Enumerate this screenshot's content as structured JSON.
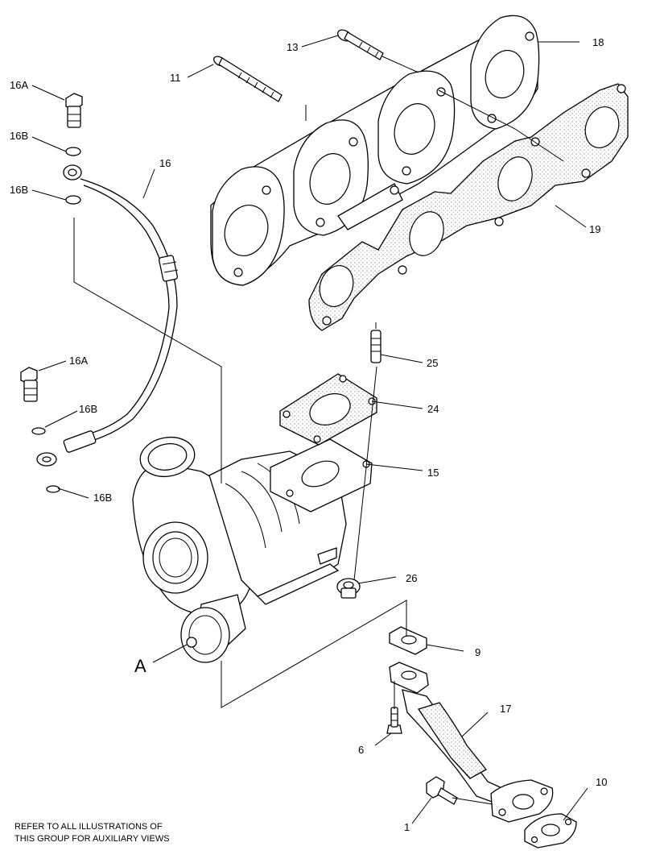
{
  "callouts": {
    "c18": "18",
    "c13": "13",
    "c11": "11",
    "c16a_top": "16A",
    "c16b_top1": "16B",
    "c16b_top2": "16B",
    "c16": "16",
    "c19": "19",
    "c16a_left": "16A",
    "c16b_left1": "16B",
    "c16b_left2": "16B",
    "c25": "25",
    "c24": "24",
    "c15": "15",
    "c26": "26",
    "c9": "9",
    "c17": "17",
    "c6": "6",
    "c10": "10",
    "c1": "1",
    "cA": "A"
  },
  "footnote": {
    "line1": "REFER TO ALL ILLUSTRATIONS OF",
    "line2": "THIS GROUP FOR AUXILIARY VIEWS"
  }
}
